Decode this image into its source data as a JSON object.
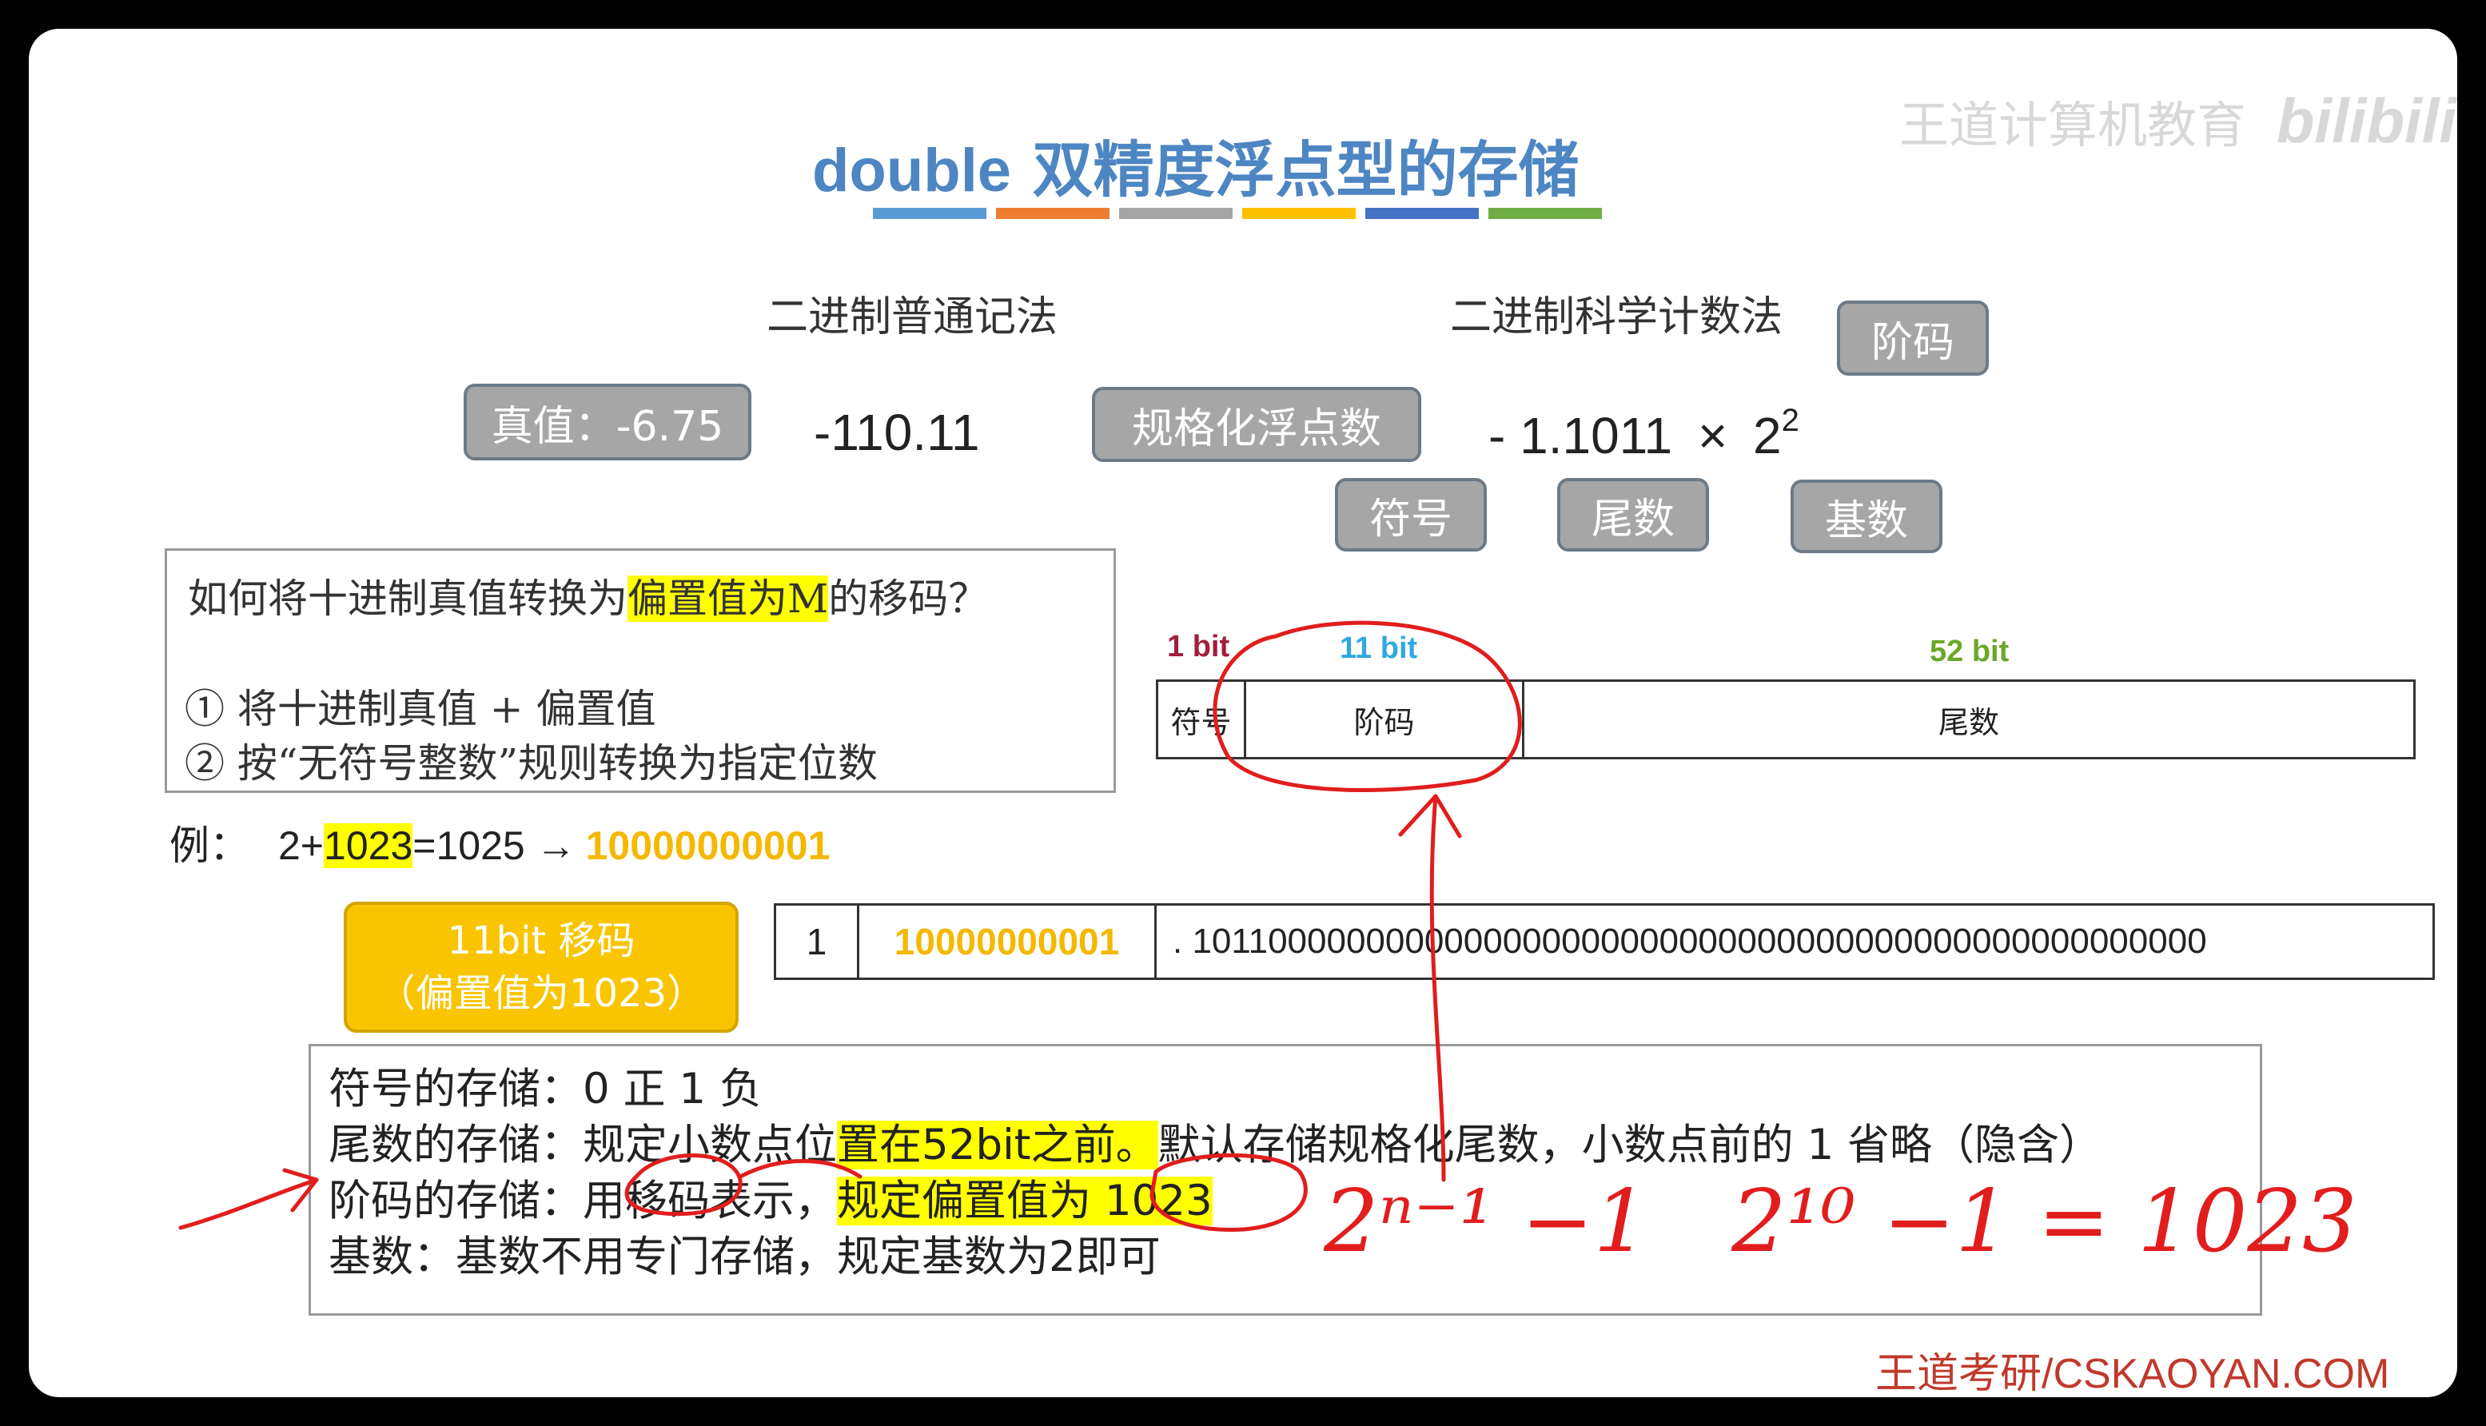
{
  "slide": {
    "title_latin": "double",
    "title_cjk": " 双精度浮点型的存储",
    "stripe_colors": [
      "#5b9bd5",
      "#ed7d31",
      "#a5a5a5",
      "#ffc000",
      "#4472c4",
      "#70ad47"
    ],
    "watermark_left": "王道计算机教育",
    "watermark_right": "bilibili",
    "heading_normal": "二进制普通记法",
    "heading_sci": "二进制科学计数法",
    "true_value_label": "真值：-6.75",
    "normal_value": "-110.11",
    "normalized_label": "规格化浮点数",
    "sci_sign": "-",
    "sci_mantissa": "1.1011",
    "sci_times": "×",
    "sci_base": "2",
    "sci_exp": "2",
    "callouts": {
      "exponent": "阶码",
      "sign": "符号",
      "mantissa": "尾数",
      "base": "基数"
    },
    "question": {
      "line1_pre": "如何将十进制真值转换为",
      "line1_hl": "偏置值为M",
      "line1_post": "的移码？",
      "step1": "① 将十进制真值 + 偏置值",
      "step2": "② 按“无符号整数”规则转换为指定位数"
    },
    "bit_labels": {
      "sign": "1 bit",
      "exponent": "11 bit",
      "mantissa": "52 bit"
    },
    "bit_label_colors": {
      "sign": "#a0203a",
      "exponent": "#2fa8e0",
      "mantissa": "#6aa828"
    },
    "layout_cells": {
      "sign": "符号",
      "exponent": "阶码",
      "mantissa": "尾数"
    },
    "example": {
      "prefix": "例：",
      "pre": "2+",
      "hl": "1023",
      "post": "=1025 →",
      "result": "10000000001"
    },
    "bias_note": {
      "line1": "11bit 移码",
      "line2": "（偏置值为1023）"
    },
    "binary_row": {
      "sign": "1",
      "exponent": "10000000001",
      "mantissa": ". 1011000000000000000000000000000000000000000000000000"
    },
    "storage": {
      "sign": "符号的存储：0 正 1 负",
      "mantissa_pre": "尾数的存储：规定小数点位",
      "mantissa_hl": "置在52bit之前。",
      "mantissa_post": "默认存储规格化尾数，小数点前的 1 省略（隐含）",
      "exp_pre": "阶码的存储：用移码表示，",
      "exp_hl": "规定偏置值为 1023",
      "base": "基数：基数不用专门存储，规定基数为2即可"
    },
    "handwriting": {
      "formula1": "2ⁿ⁻¹ −1",
      "formula2": "2¹⁰ −1 = 1023"
    },
    "footer": "王道考研/CSKAOYAN.COM"
  }
}
